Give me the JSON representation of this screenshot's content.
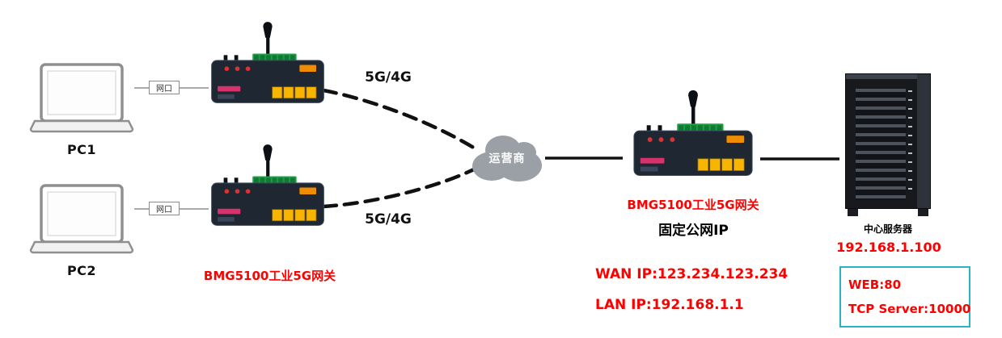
{
  "nodes": {
    "pc1": {
      "label": "PC1"
    },
    "pc2": {
      "label": "PC2"
    },
    "port1": {
      "label": "网口"
    },
    "port2": {
      "label": "网口"
    },
    "gateway2": {
      "label": "BMG5100工业5G网关"
    },
    "cloud": {
      "label": "运营商"
    },
    "gateway3": {
      "label": "BMG5100工业5G网关",
      "sublabel": "固定公网IP",
      "wan_ip": "WAN IP:123.234.123.234",
      "lan_ip": "LAN IP:192.168.1.1"
    },
    "server": {
      "label": "中心服务器",
      "ip": "192.168.1.100",
      "services": [
        "WEB:80",
        "TCP Server:10000"
      ]
    }
  },
  "links": {
    "uplink1_label": "5G/4G",
    "uplink2_label": "5G/4G"
  },
  "colors": {
    "label_red": "#ff0000",
    "services_box_border": "#2bb3c0"
  }
}
